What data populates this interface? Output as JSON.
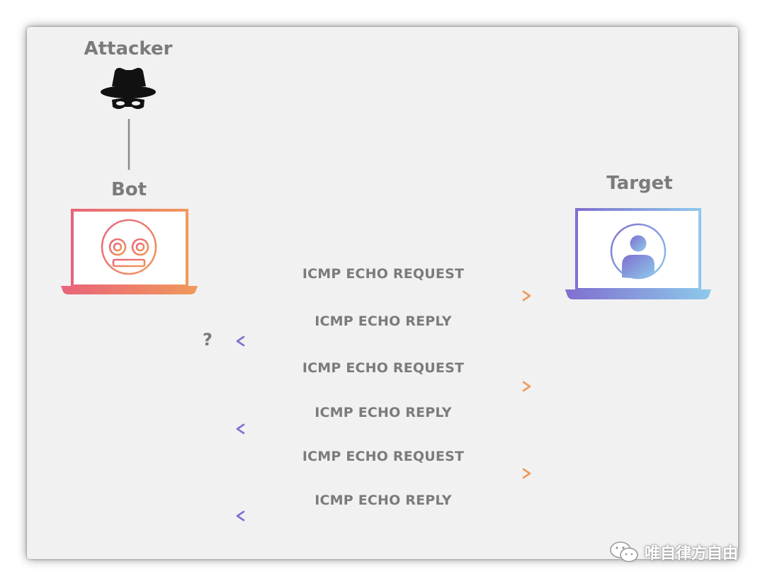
{
  "actors": {
    "attacker": "Attacker",
    "bot": "Bot",
    "target": "Target"
  },
  "unknown_source": "?",
  "messages": [
    {
      "label": "ICMP ECHO REQUEST",
      "direction": "to-target"
    },
    {
      "label": "ICMP ECHO REPLY",
      "direction": "to-bot"
    },
    {
      "label": "ICMP ECHO REQUEST",
      "direction": "to-target"
    },
    {
      "label": "ICMP ECHO REPLY",
      "direction": "to-bot"
    },
    {
      "label": "ICMP ECHO REQUEST",
      "direction": "to-target"
    },
    {
      "label": "ICMP ECHO REPLY",
      "direction": "to-bot"
    }
  ],
  "colors": {
    "request_start": "#e9637a",
    "request_end": "#f0995a",
    "reply_start": "#7f6fcf",
    "reply_end": "#8ec9ec",
    "label": "#7b7b7b"
  },
  "watermark": "唯自律方自由"
}
